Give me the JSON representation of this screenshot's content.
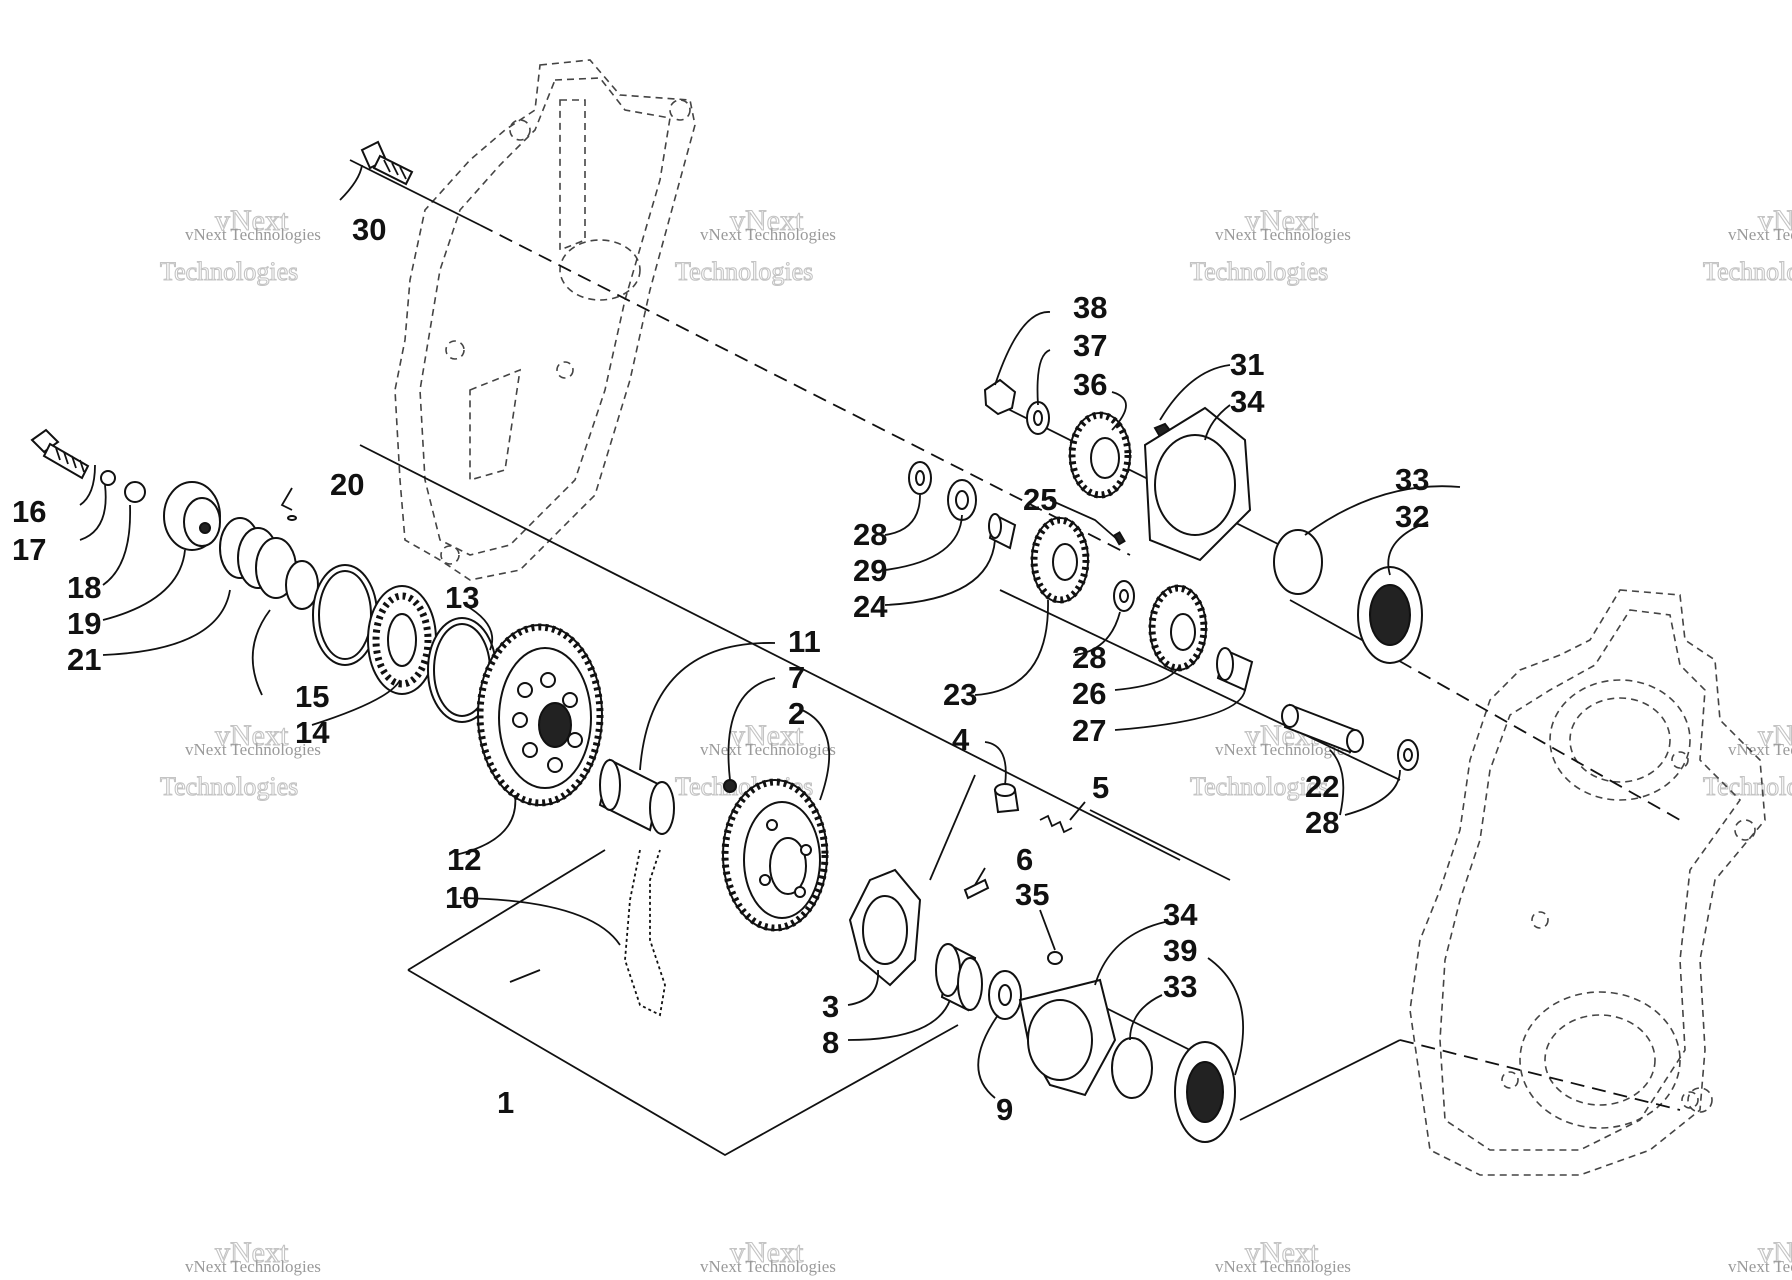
{
  "watermark": {
    "line1": "vNext Technologies",
    "line2": "vNext",
    "line3": "Technologies"
  },
  "callouts": {
    "c1": "1",
    "c2": "2",
    "c3": "3",
    "c4": "4",
    "c5": "5",
    "c6": "6",
    "c7": "7",
    "c8": "8",
    "c9": "9",
    "c10": "10",
    "c11": "11",
    "c12": "12",
    "c13": "13",
    "c14": "14",
    "c15": "15",
    "c16": "16",
    "c17": "17",
    "c18": "18",
    "c19": "19",
    "c20": "20",
    "c21": "21",
    "c22": "22",
    "c23": "23",
    "c24": "24",
    "c25": "25",
    "c26": "26",
    "c27": "27",
    "c28a": "28",
    "c28b": "28",
    "c28c": "28",
    "c29": "29",
    "c30": "30",
    "c31": "31",
    "c32": "32",
    "c33a": "33",
    "c33b": "33",
    "c34a": "34",
    "c34b": "34",
    "c35": "35",
    "c36": "36",
    "c37": "37",
    "c38": "38",
    "c39": "39"
  }
}
